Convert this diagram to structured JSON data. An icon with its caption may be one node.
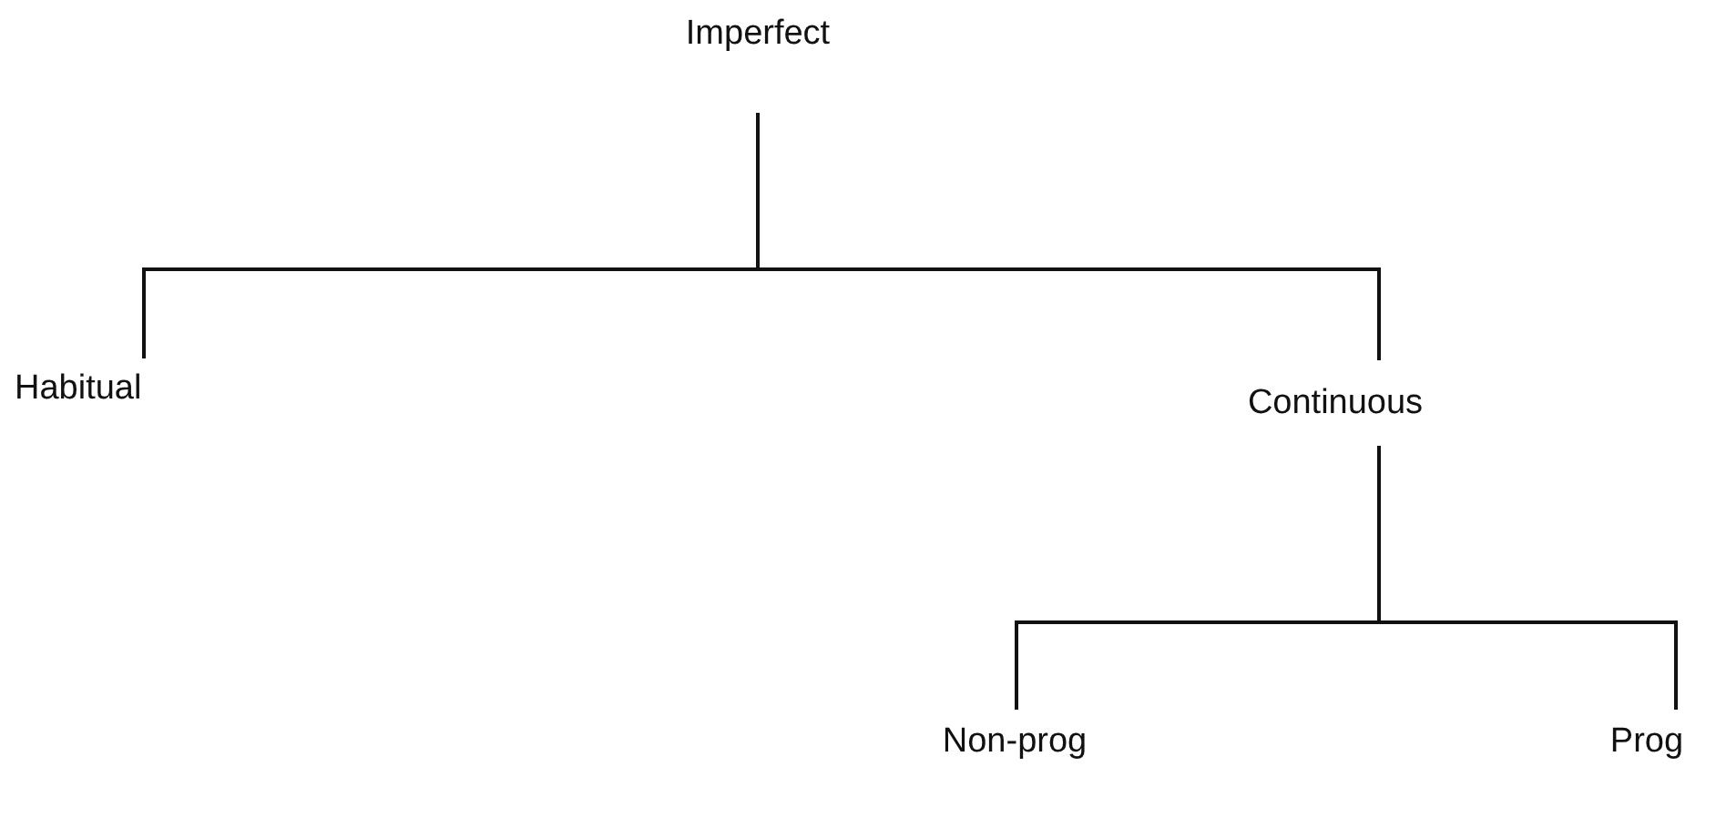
{
  "diagram": {
    "nodes": [
      {
        "text": [
          "Imperfect"
        ]
      },
      {
        "text": [
          "Habitual"
        ]
      },
      {
        "text": [
          "Continuous"
        ]
      },
      {
        "text": [
          "Non-prog"
        ]
      },
      {
        "text": [
          "Prog"
        ]
      }
    ],
    "edges": [
      {
        "from": 0,
        "to": 1,
        "arrow": "none"
      },
      {
        "from": 0,
        "to": 2,
        "arrow": "none"
      },
      {
        "from": 2,
        "to": 3,
        "arrow": "none"
      },
      {
        "from": 2,
        "to": 4,
        "arrow": "none"
      }
    ]
  }
}
